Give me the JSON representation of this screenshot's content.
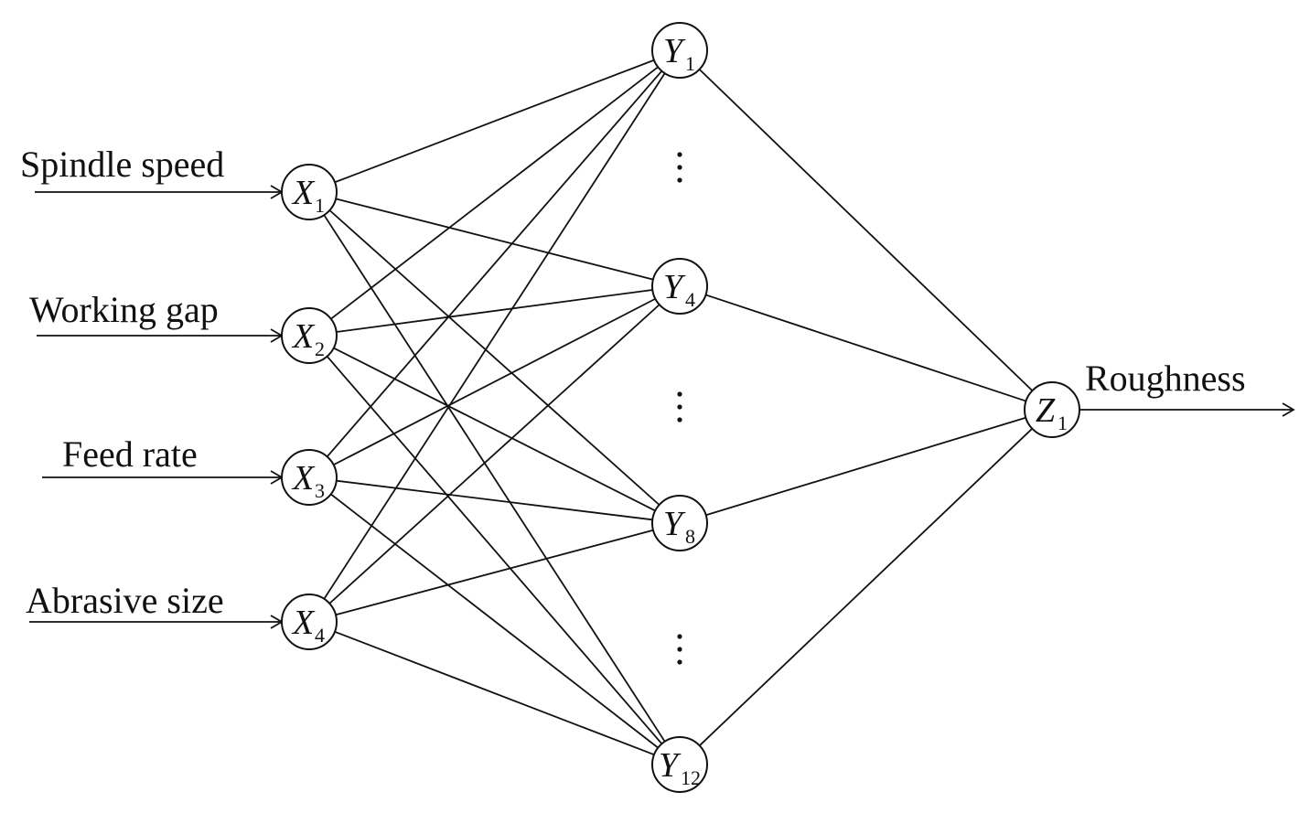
{
  "inputs": [
    {
      "id": "x1",
      "letter": "X",
      "sub": "1",
      "label": "Spindle speed"
    },
    {
      "id": "x2",
      "letter": "X",
      "sub": "2",
      "label": "Working gap"
    },
    {
      "id": "x3",
      "letter": "X",
      "sub": "3",
      "label": "Feed rate"
    },
    {
      "id": "x4",
      "letter": "X",
      "sub": "4",
      "label": "Abrasive size"
    }
  ],
  "hidden": [
    {
      "id": "y1",
      "letter": "Y",
      "sub": "1"
    },
    {
      "id": "y4",
      "letter": "Y",
      "sub": "4"
    },
    {
      "id": "y8",
      "letter": "Y",
      "sub": "8"
    },
    {
      "id": "y12",
      "letter": "Y",
      "sub": "12"
    }
  ],
  "output": {
    "id": "z1",
    "letter": "Z",
    "sub": "1",
    "label": "Roughness"
  }
}
